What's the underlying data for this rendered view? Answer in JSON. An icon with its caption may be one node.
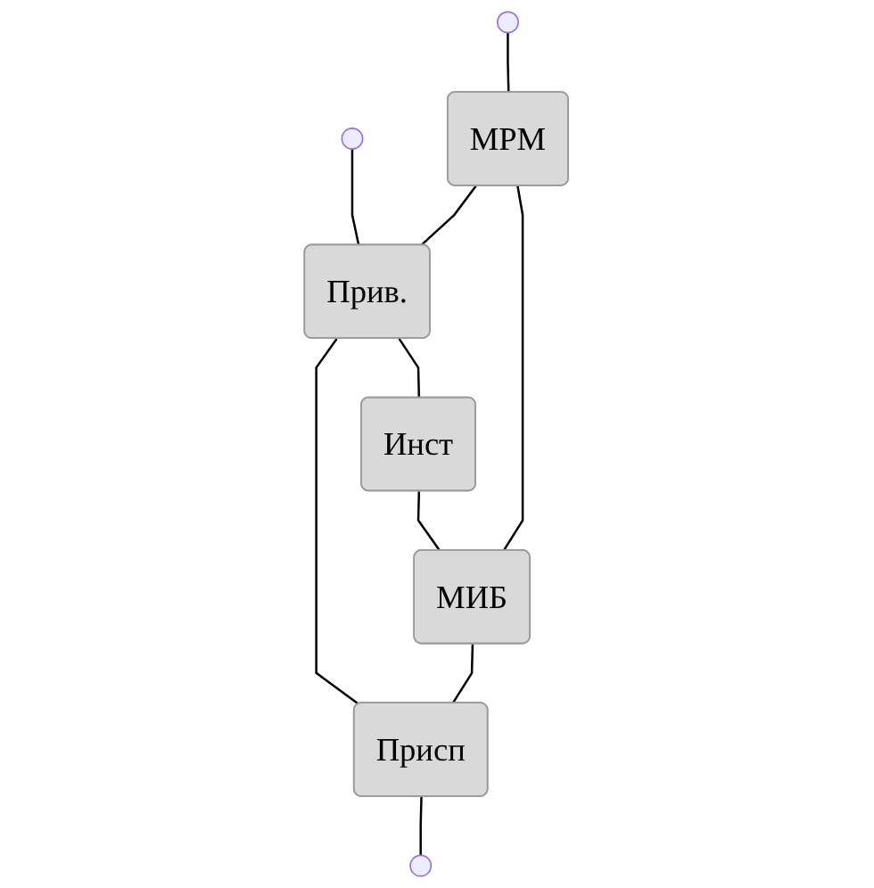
{
  "diagram": {
    "nodes": [
      {
        "text": [
          "Прив."
        ]
      },
      {
        "text": [
          "Инст"
        ]
      },
      {
        "text": [
          "МРМ"
        ]
      },
      {
        "text": [
          "МИБ"
        ]
      },
      {
        "text": [
          "Присп"
        ]
      }
    ],
    "edges": [
      {
        "from": null,
        "to": 0,
        "arrow": "none"
      },
      {
        "from": 2,
        "to": 0,
        "arrow": "none"
      },
      {
        "from": 0,
        "to": 1,
        "arrow": "none"
      },
      {
        "from": 0,
        "to": 4,
        "arrow": "none"
      },
      {
        "from": 1,
        "to": 3,
        "arrow": "none"
      },
      {
        "from": null,
        "to": 2,
        "arrow": "none"
      },
      {
        "from": 2,
        "to": 3,
        "arrow": "none"
      },
      {
        "from": 3,
        "to": 4,
        "arrow": "none"
      },
      {
        "from": 4,
        "to": null,
        "arrow": "none"
      }
    ]
  }
}
